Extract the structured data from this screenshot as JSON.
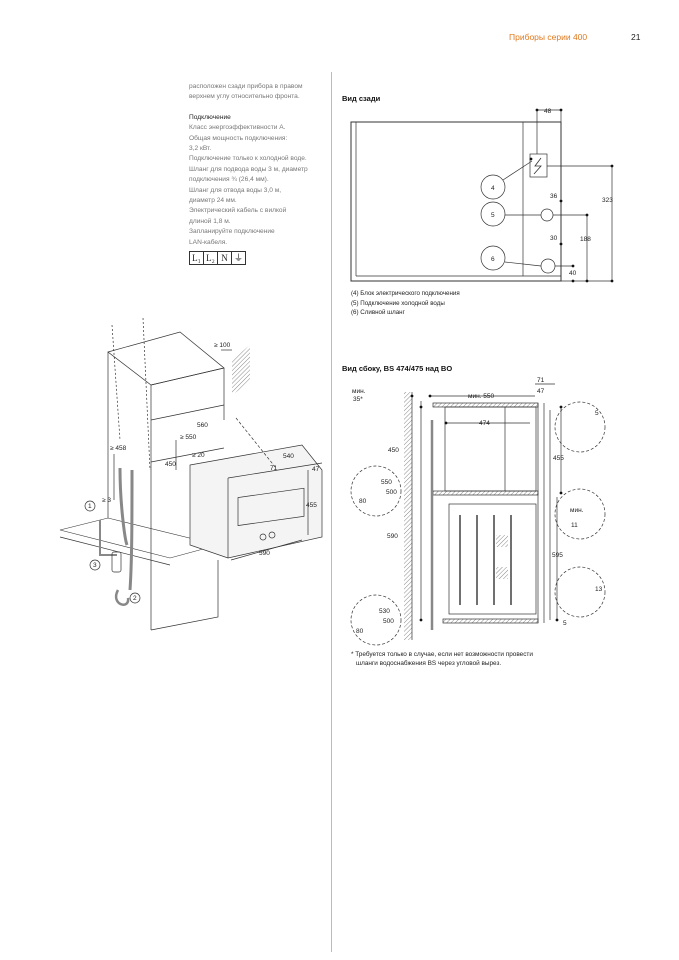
{
  "header": {
    "series": "Приборы серии 400",
    "page": "21"
  },
  "colors": {
    "accent": "#e07a1f"
  },
  "left_column": {
    "intro": "расположен сзади прибора в правом верхнем углу относительно фронта.",
    "heading": "Подключение",
    "lines": [
      "Класс энергоэффективности А.",
      "Общая мощность подключения:",
      "3,2 кВт.",
      "Подключение только к холодной воде.",
      "Шланг для подвода воды 3 м, диаметр",
      "подключения ¾ (26,4 мм).",
      "Шланг для отвода воды 3,0 м,",
      "диаметр 24 мм.",
      "Электрический кабель с вилкой",
      "длиной 1,8 м.",
      "Запланируйте подключение",
      "LAN-кабеля."
    ],
    "symbols": [
      "L₁",
      "L₂",
      "N",
      "⏚"
    ]
  },
  "rear_view": {
    "title": "Вид сзади",
    "dims": {
      "d48": "48",
      "d323": "323",
      "d36": "36",
      "d188": "188",
      "d30": "30",
      "d40": "40"
    },
    "markers": [
      "4",
      "5",
      "6"
    ],
    "legend": [
      "(4) Блок электрического подключения",
      "(5) Подключение холодной воды",
      "(6) Сливной шланг"
    ]
  },
  "iso_view": {
    "dims": {
      "ge100": "≥ 100",
      "d560": "560",
      "ge550": "≥ 550",
      "ge20": "≥ 20",
      "ge458": "≥ 458",
      "d450": "450",
      "d540": "540",
      "d47": "47",
      "d71": "71",
      "d455": "455",
      "d590": "590",
      "ge3": "≥ 3"
    },
    "markers": [
      "1",
      "2",
      "3"
    ]
  },
  "side_view": {
    "title": "Вид сбоку, BS 474/475 над BO",
    "dims": {
      "min": "мин.",
      "min35": "35*",
      "min550": "мин. 550",
      "d71": "71",
      "d47": "47",
      "d474": "474",
      "d450": "450",
      "d455": "455",
      "d550": "550",
      "d500a": "500",
      "d80a": "80",
      "min2": "мин.",
      "d11": "11",
      "d590": "590",
      "d595": "595",
      "d5a": "5",
      "d13": "13",
      "d530": "530",
      "d500b": "500",
      "d80b": "80",
      "d5b": "5"
    },
    "footnote": [
      "* Требуется только в случае, если нет возможности провести",
      "шланги водоснабжения BS через угловой вырез."
    ]
  }
}
